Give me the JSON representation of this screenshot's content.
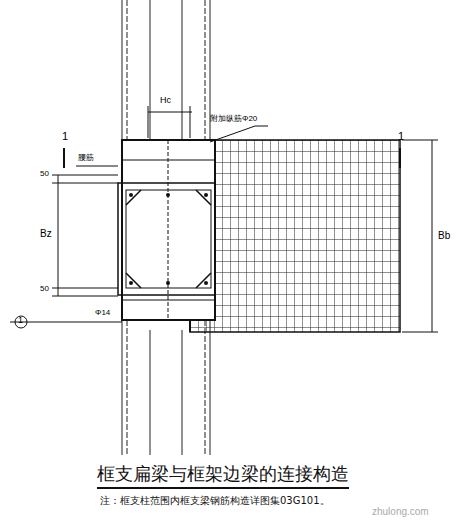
{
  "diagram": {
    "title": "框支扁梁与框架边梁的连接构造",
    "caption": "注：框支柱范围内框支梁钢筋构造详图集03G101。",
    "labels": [
      "Hc",
      "附加纵筋Φ20",
      "1",
      "1",
      "50",
      "Bz",
      "50",
      "Bb",
      "1",
      "Φ14",
      "腰筋",
      "zhulong.com"
    ]
  }
}
